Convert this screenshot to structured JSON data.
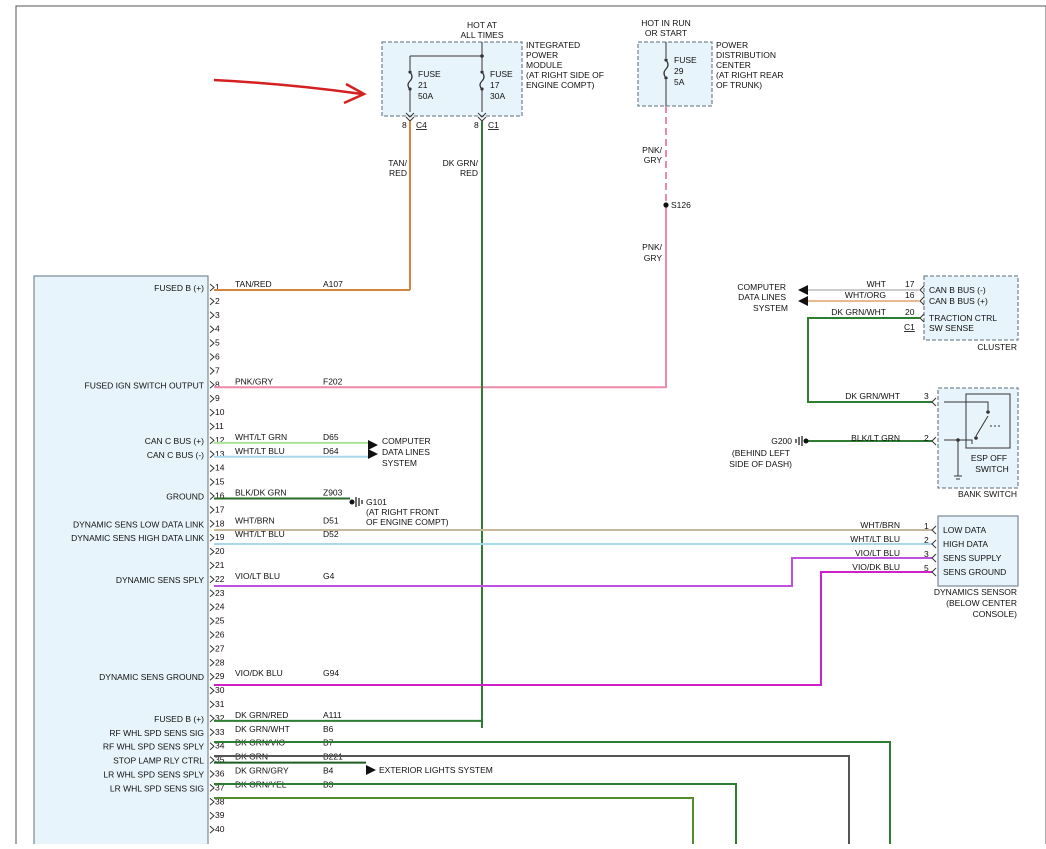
{
  "module": {
    "pins": [
      {
        "num": "1",
        "label": "FUSED B (+)",
        "wire": "TAN/RED",
        "circuit": "A107",
        "color": "#d4843c"
      },
      {
        "num": "2"
      },
      {
        "num": "3"
      },
      {
        "num": "4"
      },
      {
        "num": "5"
      },
      {
        "num": "6"
      },
      {
        "num": "7"
      },
      {
        "num": "8",
        "label": "FUSED IGN SWITCH OUTPUT",
        "wire": "PNK/GRY",
        "circuit": "F202",
        "color": "#ee8aa8"
      },
      {
        "num": "9"
      },
      {
        "num": "10"
      },
      {
        "num": "11"
      },
      {
        "num": "12",
        "label": "CAN C BUS (+)",
        "wire": "WHT/LT GRN",
        "circuit": "D65",
        "color": "#a8e39a"
      },
      {
        "num": "13",
        "label": "CAN C BUS (-)",
        "wire": "WHT/LT BLU",
        "circuit": "D64",
        "color": "#a8d8ea"
      },
      {
        "num": "14"
      },
      {
        "num": "15"
      },
      {
        "num": "16",
        "label": "GROUND",
        "wire": "BLK/DK GRN",
        "circuit": "Z903",
        "color": "#2a6a2a"
      },
      {
        "num": "17"
      },
      {
        "num": "18",
        "label": "DYNAMIC SENS LOW DATA LINK",
        "wire": "WHT/BRN",
        "circuit": "D51",
        "color": "#c8b89a"
      },
      {
        "num": "19",
        "label": "DYNAMIC SENS HIGH DATA LINK",
        "wire": "WHT/LT BLU",
        "circuit": "D52",
        "color": "#a8d8ea"
      },
      {
        "num": "20"
      },
      {
        "num": "21"
      },
      {
        "num": "22",
        "label": "DYNAMIC SENS SPLY",
        "wire": "VIO/LT BLU",
        "circuit": "G4",
        "color": "#c050e0"
      },
      {
        "num": "23"
      },
      {
        "num": "24"
      },
      {
        "num": "25"
      },
      {
        "num": "26"
      },
      {
        "num": "27"
      },
      {
        "num": "28"
      },
      {
        "num": "29",
        "label": "DYNAMIC SENS GROUND",
        "wire": "VIO/DK BLU",
        "circuit": "G94",
        "color": "#d020c8"
      },
      {
        "num": "30"
      },
      {
        "num": "31"
      },
      {
        "num": "32",
        "label": "FUSED B (+)",
        "wire": "DK GRN/RED",
        "circuit": "A111",
        "color": "#2e7d32"
      },
      {
        "num": "33",
        "label": "RF WHL SPD SENS SIG",
        "wire": "DK GRN/WHT",
        "circuit": "B6",
        "color": "#2e7d32"
      },
      {
        "num": "34",
        "label": "RF WHL SPD SENS SPLY",
        "wire": "DK GRN/VIO",
        "circuit": "B7",
        "color": "#555555"
      },
      {
        "num": "35",
        "label": "STOP LAMP RLY CTRL",
        "wire": "DK GRN",
        "circuit": "B221",
        "color": "#1b5e20"
      },
      {
        "num": "36",
        "label": "LR WHL SPD SENS SPLY",
        "wire": "DK GRN/GRY",
        "circuit": "B4",
        "color": "#2e7d32"
      },
      {
        "num": "37",
        "label": "LR WHL SPD SENS SIG",
        "wire": "DK GRN/YEL",
        "circuit": "B3",
        "color": "#558b2f"
      },
      {
        "num": "38"
      },
      {
        "num": "39"
      },
      {
        "num": "40"
      }
    ]
  },
  "ipm": {
    "hot_label_1": "HOT AT",
    "hot_label_2": "ALL TIMES",
    "name_lines": [
      "INTEGRATED",
      "POWER",
      "MODULE",
      "(AT RIGHT SIDE OF",
      "ENGINE COMPT)"
    ],
    "fuse_a": {
      "label": "FUSE",
      "num": "21",
      "amps": "50A"
    },
    "fuse_b": {
      "label": "FUSE",
      "num": "17",
      "amps": "30A"
    },
    "pin_a": "8",
    "conn_a": "C4",
    "pin_b": "8",
    "conn_b": "C1",
    "wire_a_1": "TAN/",
    "wire_a_2": "RED",
    "wire_b_1": "DK GRN/",
    "wire_b_2": "RED"
  },
  "pdc": {
    "hot_label_1": "HOT IN RUN",
    "hot_label_2": "OR START",
    "name_lines": [
      "POWER",
      "DISTRIBUTION",
      "CENTER",
      "(AT RIGHT REAR",
      "OF TRUNK)"
    ],
    "fuse": {
      "label": "FUSE",
      "num": "29",
      "amps": "5A"
    },
    "wire_1": "PNK/",
    "wire_2": "GRY",
    "splice": "S126"
  },
  "computer_lines_1": [
    "COMPUTER",
    "DATA LINES",
    "SYSTEM"
  ],
  "computer_lines_2": [
    "COMPUTER",
    "DATA LINES",
    "SYSTEM"
  ],
  "g101": {
    "name": "G101",
    "loc_1": "(AT RIGHT FRONT",
    "loc_2": "OF ENGINE COMPT)"
  },
  "exterior": "EXTERIOR LIGHTS SYSTEM",
  "cluster": {
    "name": "CLUSTER",
    "conn": "C1",
    "pins": [
      {
        "wire": "WHT",
        "num": "17",
        "label": "CAN B BUS (-)"
      },
      {
        "wire": "WHT/ORG",
        "num": "16",
        "label": "CAN B BUS (+)"
      },
      {
        "wire": "DK GRN/WHT",
        "num": "20",
        "label_1": "TRACTION CTRL",
        "label_2": "SW SENSE"
      }
    ]
  },
  "bank_switch": {
    "name": "BANK SWITCH",
    "switch_1": "ESP OFF",
    "switch_2": "SWITCH",
    "pin3_wire": "DK GRN/WHT",
    "pin3": "3",
    "pin2_wire": "BLK/LT GRN",
    "pin2": "2",
    "ground": "G200",
    "ground_loc_1": "(BEHIND LEFT",
    "ground_loc_2": "SIDE OF DASH)"
  },
  "dyn_sensor": {
    "name_1": "DYNAMICS SENSOR",
    "name_2": "(BELOW CENTER",
    "name_3": "CONSOLE)",
    "pins": [
      {
        "wire": "WHT/BRN",
        "num": "1",
        "label": "LOW DATA"
      },
      {
        "wire": "WHT/LT BLU",
        "num": "2",
        "label": "HIGH DATA"
      },
      {
        "wire": "VIO/LT BLU",
        "num": "3",
        "label": "SENS SUPPLY"
      },
      {
        "wire": "VIO/DK BLU",
        "num": "5",
        "label": "SENS GROUND"
      }
    ]
  },
  "colors": {
    "box_fill": "#e8f4fb",
    "box_stroke": "#7a8a94",
    "annotation_arrow": "#d42020"
  }
}
